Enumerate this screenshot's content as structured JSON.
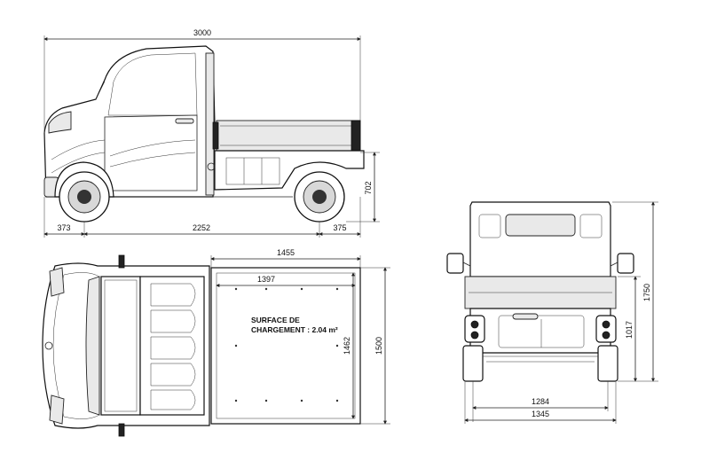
{
  "dimensions": {
    "side_length": "3000",
    "front_overhang": "373",
    "wheelbase": "2252",
    "rear_overhang": "375",
    "bed_height": "702",
    "bed_outer_length": "1455",
    "bed_inner_length": "1397",
    "bed_inner_width": "1462",
    "bed_outer_width": "1500",
    "overall_height": "1750",
    "rear_height": "1017",
    "track_width": "1284",
    "overall_width": "1345"
  },
  "load_area": {
    "line1": "SURFACE DE",
    "line2": "CHARGEMENT : 2.04 m²"
  },
  "colors": {
    "line": "#222222",
    "fill_grey": "#e9e9e9"
  }
}
